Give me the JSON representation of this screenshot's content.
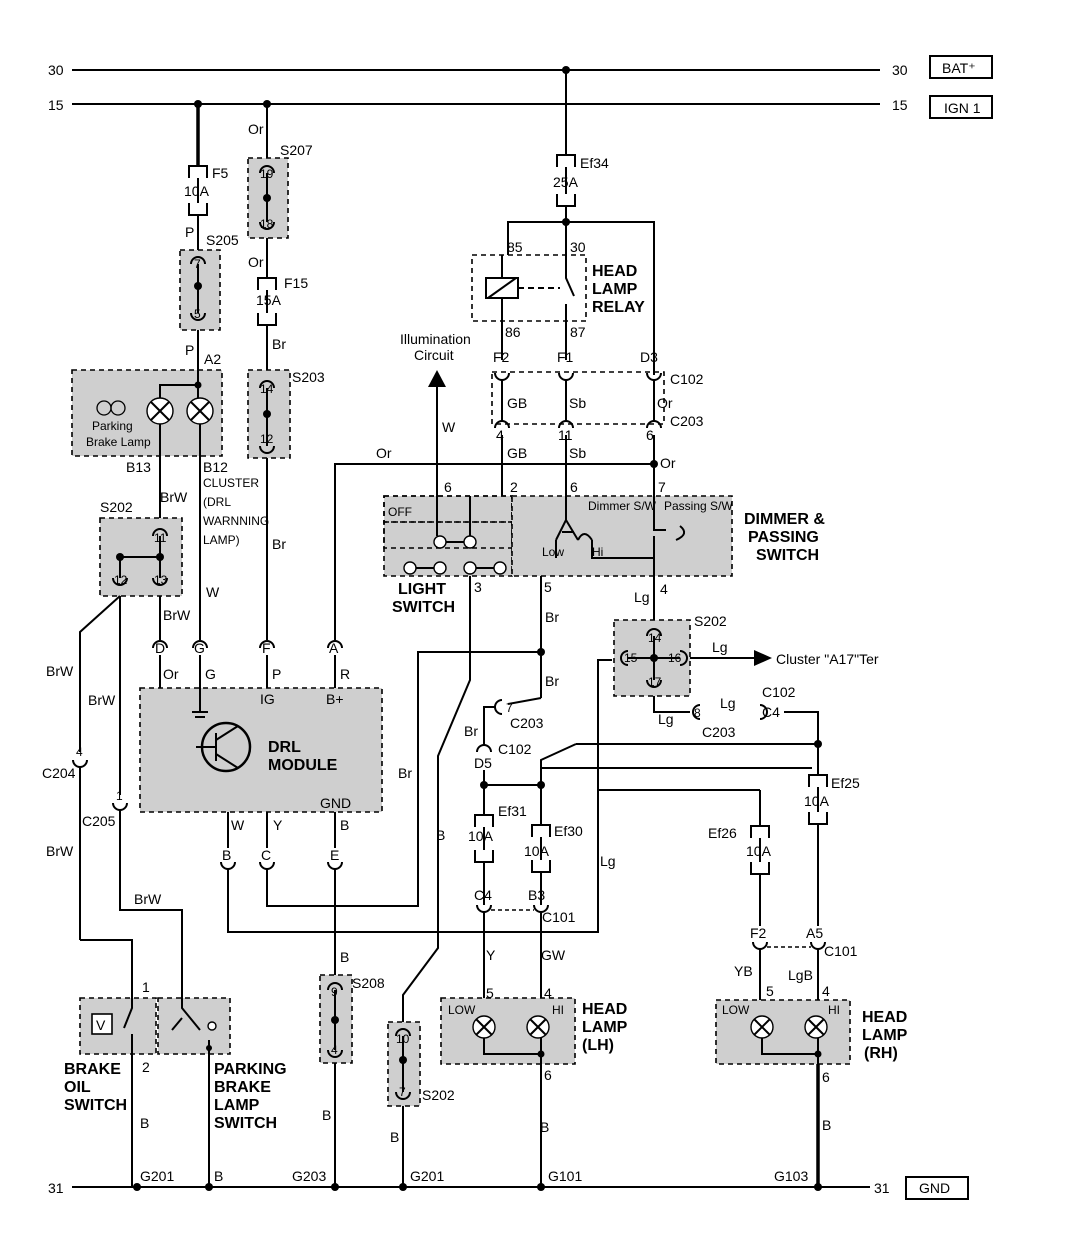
{
  "rails": {
    "bat_left": "30",
    "bat_right": "30",
    "bat_tag": "BAT⁺",
    "ign_left": "15",
    "ign_right": "15",
    "ign_tag": "IGN 1",
    "gnd_left": "31",
    "gnd_right": "31",
    "gnd_tag": "GND"
  },
  "fuses": {
    "f5": {
      "name": "F5",
      "rating": "10A"
    },
    "f15": {
      "name": "F15",
      "rating": "15A"
    },
    "ef34": {
      "name": "Ef34",
      "rating": "25A"
    },
    "ef31": {
      "name": "Ef31",
      "rating": "10A"
    },
    "ef30": {
      "name": "Ef30",
      "rating": "10A"
    },
    "ef26": {
      "name": "Ef26",
      "rating": "10A"
    },
    "ef25": {
      "name": "Ef25",
      "rating": "10A"
    }
  },
  "splices": {
    "s207": {
      "name": "S207",
      "pin_a": "19",
      "pin_b": "18"
    },
    "s205": {
      "name": "S205",
      "pin_a": "7",
      "pin_b": "5"
    },
    "s203": {
      "name": "S203",
      "pin_a": "14",
      "pin_b": "12"
    },
    "s202a": {
      "name": "S202",
      "pin_a": "11",
      "pin_b": "12",
      "pin_c": "13"
    },
    "s202b": {
      "name": "S202",
      "pin_a": "14",
      "pin_b": "15",
      "pin_c": "16",
      "pin_d": "17"
    },
    "s208": {
      "name": "S208",
      "pin_a": "9",
      "pin_b": "4"
    },
    "s202c": {
      "name": "S202",
      "pin_a": "10",
      "pin_b": "7"
    }
  },
  "relay": {
    "title_1": "HEAD",
    "title_2": "LAMP",
    "title_3": "RELAY",
    "p85": "85",
    "p30": "30",
    "p86": "86",
    "p87": "87"
  },
  "cluster": {
    "a2": "A2",
    "b13": "B13",
    "b12": "B12",
    "text_1": "CLUSTER",
    "text_2": "(DRL",
    "text_3": "WARNNING",
    "text_4": "LAMP)",
    "lamp_1": "Parking",
    "lamp_2": "Brake Lamp"
  },
  "illumination": {
    "line_1": "Illumination",
    "line_2": "Circuit"
  },
  "connectors": {
    "f2": "F2",
    "f1": "F1",
    "d3": "D3",
    "c102": "C102",
    "c203": "C203",
    "p4": "4",
    "p11": "11",
    "p6": "6",
    "d": "D",
    "g": "G",
    "f": "F",
    "a": "A",
    "b": "B",
    "c": "C",
    "e": "E",
    "c204": "C204",
    "c204_pin": "4",
    "c205": "C205",
    "c205_pin": "1",
    "c203_7": "7",
    "c203_b": "C203",
    "c102_b": "C102",
    "d5": "D5",
    "c102_c": "C102",
    "c4": "C4",
    "c203_c": "C203",
    "pin8": "8",
    "c101": "C101",
    "c4b": "C4",
    "b3": "B3",
    "c101b": "C101",
    "f2b": "F2",
    "a5": "A5"
  },
  "wires": {
    "or": "Or",
    "p": "P",
    "br": "Br",
    "gb": "GB",
    "sb": "Sb",
    "w": "W",
    "brw": "BrW",
    "lg": "Lg",
    "y": "Y",
    "gw": "GW",
    "yb": "YB",
    "lgb": "LgB",
    "b": "B",
    "r": "R"
  },
  "light_switch": {
    "title_1": "LIGHT",
    "title_2": "SWITCH",
    "off": "OFF",
    "p6": "6",
    "p2": "2",
    "p3": "3",
    "p5": "5"
  },
  "dimmer": {
    "title_1": "DIMMER &",
    "title_2": "PASSING",
    "title_3": "SWITCH",
    "dimmer_sw": "Dimmer S/W",
    "passing_sw": "Passing S/W",
    "low": "Low",
    "hi": "Hi",
    "p6": "6",
    "p7": "7",
    "p4": "4"
  },
  "drl": {
    "title_1": "DRL",
    "title_2": "MODULE",
    "ig": "IG",
    "bplus": "B+",
    "gnd": "GND"
  },
  "cluster_ter": "Cluster \"A17\"Ter",
  "head_lh": {
    "title_1": "HEAD",
    "title_2": "LAMP",
    "title_3": "(LH)",
    "low": "LOW",
    "hi": "HI",
    "p5": "5",
    "p4": "4",
    "p6": "6"
  },
  "head_rh": {
    "title_1": "HEAD",
    "title_2": "LAMP",
    "title_3": "(RH)",
    "low": "LOW",
    "hi": "HI",
    "p5": "5",
    "p4": "4",
    "p6": "6"
  },
  "brake_oil": {
    "title_1": "BRAKE",
    "title_2": "OIL",
    "title_3": "SWITCH",
    "p1": "1",
    "p2": "2"
  },
  "parking_brake": {
    "title_1": "PARKING",
    "title_2": "BRAKE",
    "title_3": "LAMP",
    "title_4": "SWITCH"
  },
  "grounds": {
    "g201a": "G201",
    "g203": "G203",
    "g201b": "G201",
    "g101": "G101",
    "g103": "G103"
  }
}
